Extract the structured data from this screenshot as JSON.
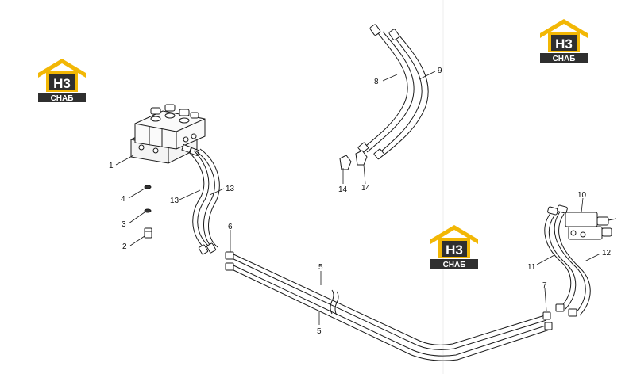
{
  "diagram": {
    "callouts": {
      "c1": "1",
      "c2": "2",
      "c3": "3",
      "c4": "4",
      "c5a": "5",
      "c5b": "5",
      "c6": "6",
      "c7": "7",
      "c8": "8",
      "c9": "9",
      "c10": "10",
      "c11": "11",
      "c12": "12",
      "c13a": "13",
      "c13b": "13",
      "c14a": "14",
      "c14b": "14"
    }
  },
  "watermark": {
    "letters": "H3",
    "word": "СНАБ",
    "colors": {
      "roof": "#f2b705",
      "dark": "#2f2f2f",
      "text": "#ffffff"
    }
  },
  "colors": {
    "line": "#1a1a1a",
    "background": "#ffffff"
  }
}
